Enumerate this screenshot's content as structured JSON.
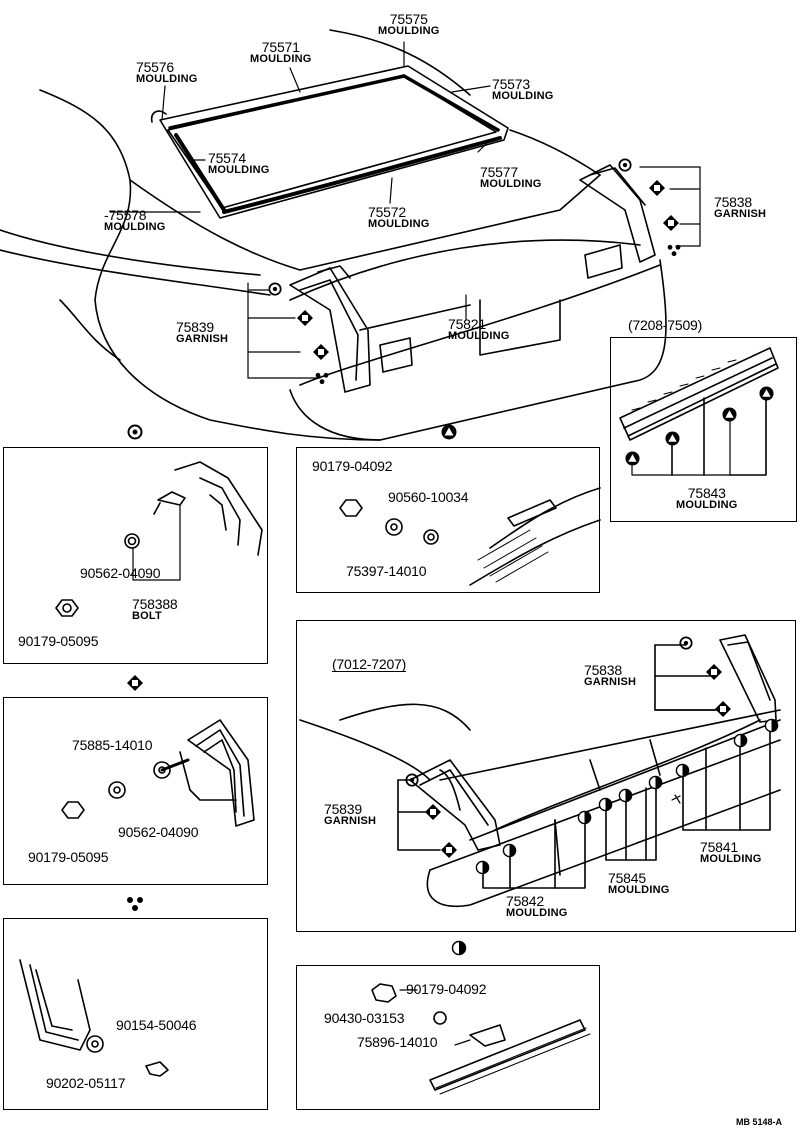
{
  "main": {
    "p75575": {
      "num": "75575",
      "name": "MOULDING"
    },
    "p75571": {
      "num": "75571",
      "name": "MOULDING"
    },
    "p75576": {
      "num": "75576",
      "name": "MOULDING"
    },
    "p75573": {
      "num": "75573",
      "name": "MOULDING"
    },
    "p75574": {
      "num": "75574",
      "name": "MOULDING"
    },
    "p75577": {
      "num": "75577",
      "name": "MOULDING"
    },
    "p75572": {
      "num": "75572",
      "name": "MOULDING"
    },
    "p75578": {
      "num": "-75578",
      "name": "MOULDING"
    },
    "p75838": {
      "num": "75838",
      "name": "GARNISH"
    },
    "p75839": {
      "num": "75839",
      "name": "GARNISH"
    },
    "p75821": {
      "num": "75821",
      "name": "MOULDING"
    }
  },
  "panel_late": {
    "range": "(7208-7509)",
    "p75843": {
      "num": "75843",
      "name": "MOULDING"
    }
  },
  "detail_circle": {
    "p90562": "90562-04090",
    "p758388": {
      "num": "758388",
      "name": "BOLT"
    },
    "p90179": "90179-05095"
  },
  "detail_triangle": {
    "p90179": "90179-04092",
    "p90560": "90560-10034",
    "p75397": "75397-14010"
  },
  "detail_diamond": {
    "p75885": "75885-14010",
    "p90179": "90179-05095",
    "p90562": "90562-04090"
  },
  "detail_clip": {
    "p90154": "90154-50046",
    "p90202": "90202-05117"
  },
  "panel_early": {
    "range": "(7012-7207)",
    "p75838": {
      "num": "75838",
      "name": "GARNISH"
    },
    "p75839": {
      "num": "75839",
      "name": "GARNISH"
    },
    "p75841": {
      "num": "75841",
      "name": "MOULDING"
    },
    "p75845": {
      "num": "75845",
      "name": "MOULDING"
    },
    "p75842": {
      "num": "75842",
      "name": "MOULDING"
    }
  },
  "detail_halfcircle": {
    "p90179": "90179-04092",
    "p90430": "90430-03153",
    "p75896": "75896-14010"
  },
  "footer": {
    "code": "MB 5148-A"
  }
}
